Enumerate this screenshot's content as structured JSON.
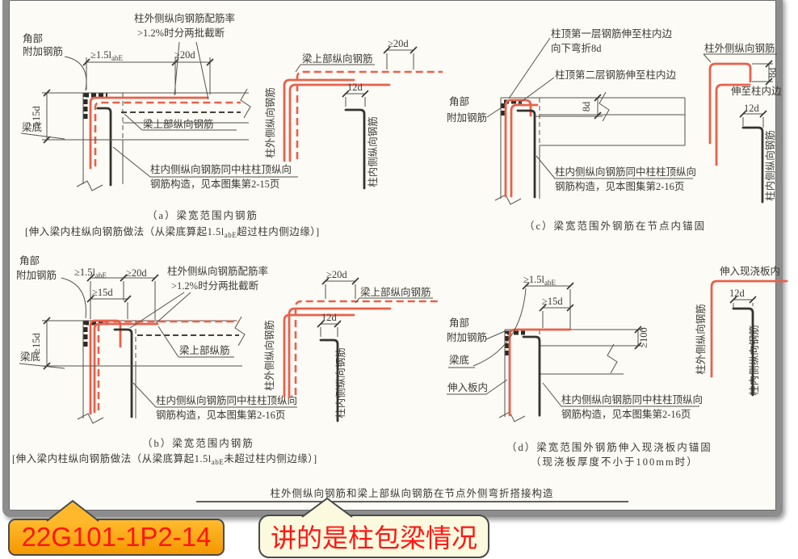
{
  "labels": {
    "corner_add_1": "角部",
    "corner_add_2": "附加钢筋",
    "dim_1_5lab_pre": "≥1.5l",
    "dim_lab_sub": "abE",
    "dim_20d": "≥20d",
    "dim_15d": "≥15d",
    "dim_12d": "12d",
    "dim_8d": "8d",
    "dim_100": "≥100",
    "beam_bottom": "梁底",
    "beam_top_bars": "梁上部纵向钢筋",
    "beam_top_bars_short": "梁上部纵筋",
    "ratio_1": "柱外侧纵向钢筋配筋率",
    "ratio_2": ">1.2%时分两批截断",
    "col_outer_bars": "柱外侧纵向钢筋",
    "col_inner_bars": "柱内侧纵向钢筋",
    "extend_to_inner_edge": "伸至柱内边",
    "extend_into_slab": "伸入板内",
    "extend_into_cast_slab": "伸入现浇板内"
  },
  "notes": {
    "inner_same_as_mid_1": "柱内侧纵向钢筋同中柱柱顶纵向",
    "inner_same_as_mid_2_p15": "钢筋构造，见本图集第2-15页",
    "inner_same_as_mid_2_p16": "钢筋构造，见本图集第2-16页",
    "c_first_layer_1": "柱顶第一层钢筋伸至柱内边",
    "c_first_layer_2": "向下弯折8d",
    "c_second_layer": "柱顶第二层钢筋伸至柱内边"
  },
  "captions": {
    "a_1": "（a）梁宽范围内钢筋",
    "a_2_pre": "[伸入梁内柱纵向钢筋做法（从梁底算起1.5l",
    "a_2_sub": "abE",
    "a_2_post": "超过柱内侧边缘）]",
    "b_1": "（b）梁宽范围内钢筋",
    "b_2_pre": "[伸入梁内柱纵向钢筋做法（从梁底算起1.5l",
    "b_2_sub": "abE",
    "b_2_post": "未超过柱内侧边缘）]",
    "c_1": "（c）梁宽范围外钢筋在节点内锚固",
    "d_1": "（d）梁宽范围外钢筋伸入现浇板内锚固",
    "d_2": "（现浇板厚度不小于100mm时）"
  },
  "footer": {
    "main_title": "柱外侧纵向钢筋和梁上部纵向钢筋在节点外侧弯折搭接构造",
    "ref_code": "22G101-1P2-14",
    "note_text": "讲的是柱包梁情况"
  },
  "colors": {
    "rebar_red": "#E8614B",
    "rebar_dark": "#35332E",
    "construction_line": "#55524A",
    "callout_orange": "#FCA510",
    "callout_yellow": "#FBFADF",
    "callout_text_red": "#FF1612"
  }
}
